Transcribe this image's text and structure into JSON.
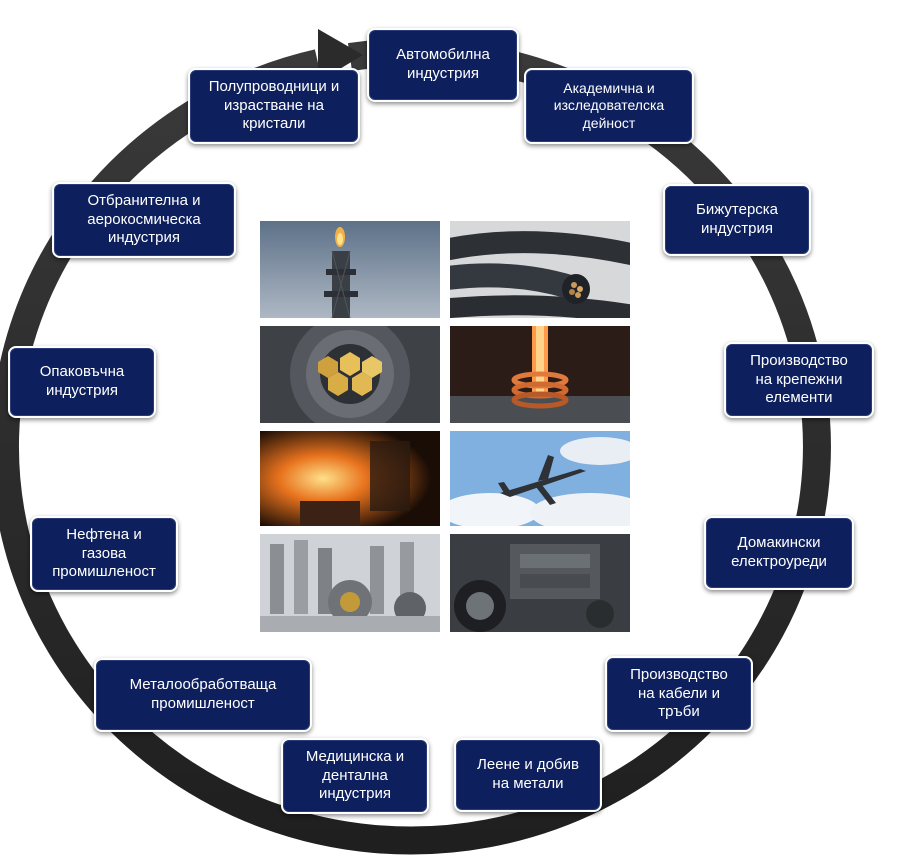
{
  "industries": [
    {
      "key": "automotive",
      "label": "Автомобилна\nиндустрия"
    },
    {
      "key": "academic",
      "label": "Академична и\nизследователска\nдейност"
    },
    {
      "key": "jewelry",
      "label": "Бижутерска\nиндустрия"
    },
    {
      "key": "fasteners",
      "label": "Производство\nна крепежни\nелементи"
    },
    {
      "key": "appliances",
      "label": "Домакински\nелектроуреди"
    },
    {
      "key": "cables",
      "label": "Производство\nна кабели и\nтръби"
    },
    {
      "key": "casting",
      "label": "Леене и добив\nна метали"
    },
    {
      "key": "medical",
      "label": "Медицинска и\nдентална\nиндустрия"
    },
    {
      "key": "metalworking",
      "label": "Металообработваща\nпромишленост"
    },
    {
      "key": "oilgas",
      "label": "Нефтена и\nгазова\nпромишленост"
    },
    {
      "key": "packaging",
      "label": "Опаковъчна\nиндустрия"
    },
    {
      "key": "defense",
      "label": "Отбранителна и\nаерокосмическа\nиндустрия"
    },
    {
      "key": "semiconductors",
      "label": "Полупроводници и\nизрастване на\nкристали"
    }
  ],
  "photos": [
    {
      "key": "oil-rig",
      "icon": "oil-rig-photo"
    },
    {
      "key": "cable",
      "icon": "cable-photo"
    },
    {
      "key": "telescope",
      "icon": "telescope-mirror-photo"
    },
    {
      "key": "induction",
      "icon": "induction-coil-photo"
    },
    {
      "key": "foundry",
      "icon": "molten-metal-photo"
    },
    {
      "key": "airplane",
      "icon": "airplane-photo"
    },
    {
      "key": "tools",
      "icon": "cutting-tools-photo"
    },
    {
      "key": "engine",
      "icon": "car-engine-photo"
    }
  ],
  "colors": {
    "box_fill": "#0d1f5c",
    "box_border": "#ffffff",
    "ring": "#2e2e2e",
    "text": "#ffffff"
  }
}
